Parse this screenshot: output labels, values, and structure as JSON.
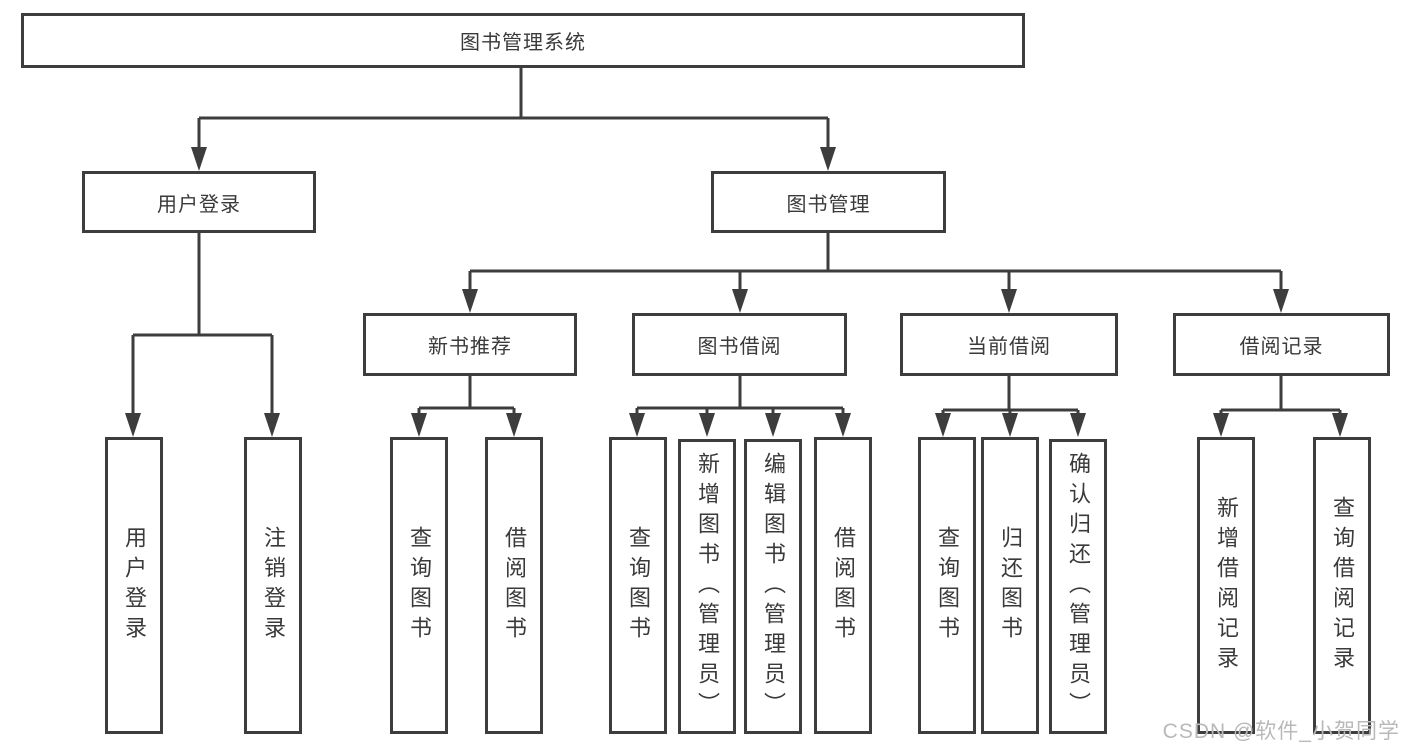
{
  "diagram": {
    "root": {
      "label": "图书管理系统"
    },
    "branches": [
      {
        "label": "用户登录",
        "children": [
          {
            "label": "用户登录"
          },
          {
            "label": "注销登录"
          }
        ]
      },
      {
        "label": "图书管理",
        "sections": [
          {
            "label": "新书推荐",
            "children": [
              {
                "label": "查询图书"
              },
              {
                "label": "借阅图书"
              }
            ]
          },
          {
            "label": "图书借阅",
            "children": [
              {
                "label": "查询图书"
              },
              {
                "label": "新增图书（管理员）"
              },
              {
                "label": "编辑图书（管理员）"
              },
              {
                "label": "借阅图书"
              }
            ]
          },
          {
            "label": "当前借阅",
            "children": [
              {
                "label": "查询图书"
              },
              {
                "label": "归还图书"
              },
              {
                "label": "确认归还（管理员）"
              }
            ]
          },
          {
            "label": "借阅记录",
            "children": [
              {
                "label": "新增借阅记录"
              },
              {
                "label": "查询借阅记录"
              }
            ]
          }
        ]
      }
    ]
  },
  "watermark": {
    "text": "CSDN @软件_小贺同学"
  },
  "colors": {
    "line": "#3d3d3d",
    "node_border": "#3d3d3d",
    "node_text": "#3a3a3a",
    "background": "#ffffff",
    "watermark_text": "#b9b9b9"
  }
}
